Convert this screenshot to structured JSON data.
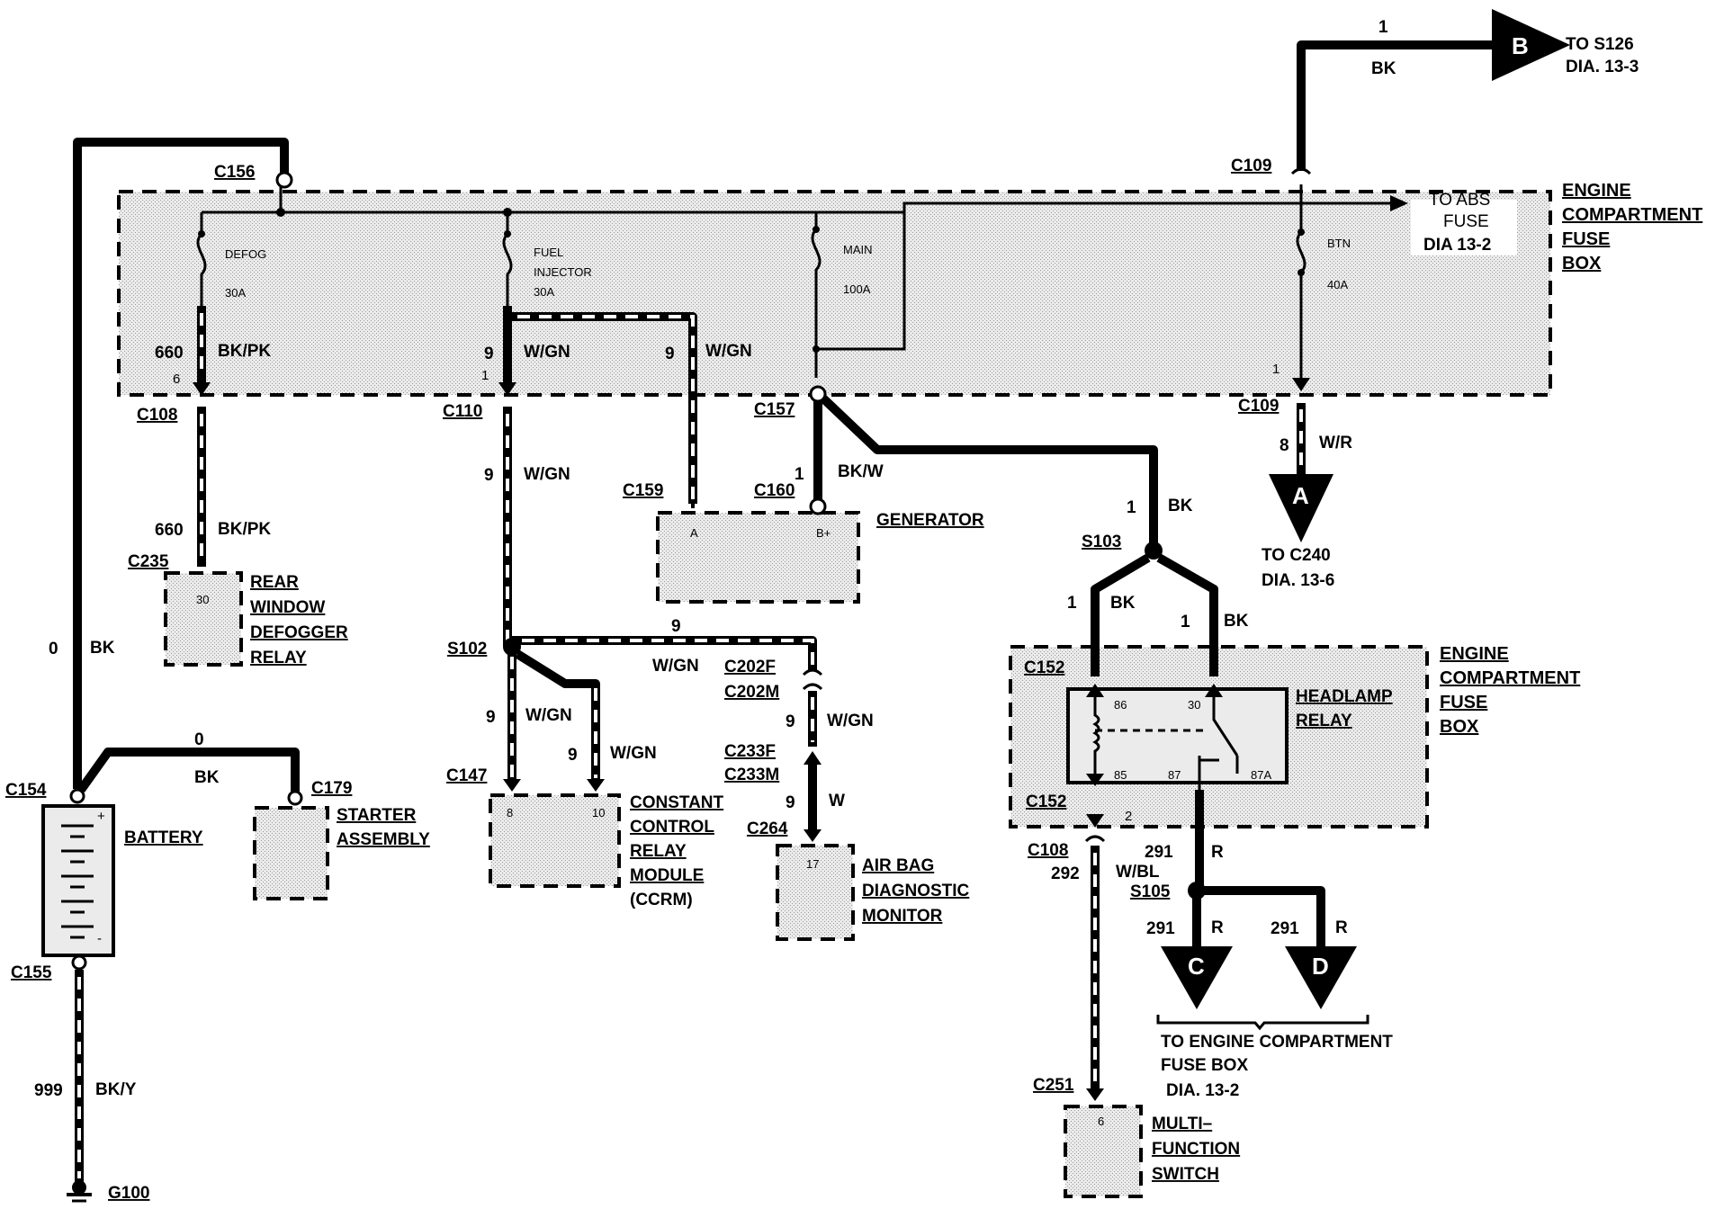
{
  "fuse_boxes": {
    "main_label": [
      "ENGINE",
      "COMPARTMENT",
      "FUSE",
      "BOX"
    ],
    "relay_label": [
      "ENGINE",
      "COMPARTMENT",
      "FUSE",
      "BOX"
    ]
  },
  "fuses": {
    "defog": {
      "name": "DEFOG",
      "rating": "30A"
    },
    "fuel": {
      "name1": "FUEL",
      "name2": "INJECTOR",
      "rating": "30A"
    },
    "main": {
      "name": "MAIN",
      "rating": "100A"
    },
    "btn": {
      "name": "BTN",
      "rating": "40A"
    }
  },
  "abs_note": [
    "TO ABS",
    "FUSE",
    "DIA 13-2"
  ],
  "connectors": {
    "c156": "C156",
    "c108a": "C108",
    "c110": "C110",
    "c157": "C157",
    "c109a": "C109",
    "c109b": "C109",
    "c235": "C235",
    "c159": "C159",
    "c160": "C160",
    "s102": "S102",
    "c202f": "C202F",
    "c202m": "C202M",
    "c233f": "C233F",
    "c233m": "C233M",
    "c264": "C264",
    "c147": "C147",
    "c154": "C154",
    "c179": "C179",
    "c155": "C155",
    "g100": "G100",
    "s103": "S103",
    "c152a": "C152",
    "c152b": "C152",
    "c108b": "C108",
    "s105": "S105",
    "c251": "C251"
  },
  "circuits": {
    "w660a": "660",
    "c660a": "BK/PK",
    "p6": "6",
    "w9a": "9",
    "c9a": "W/GN",
    "p1a": "1",
    "w9b": "9",
    "c9b": "W/GN",
    "w9c": "9",
    "c9c": "W/GN",
    "w660b": "660",
    "c660b": "BK/PK",
    "w1a": "1",
    "c1a": "BK/W",
    "w1b": "1",
    "c1b": "BK",
    "w1c": "1",
    "c1c": "BK",
    "w1d": "1",
    "c1d": "BK",
    "w1top": "1",
    "c1top": "BK",
    "p1c109": "1",
    "w8": "8",
    "c8": "W/R",
    "w9d": "9",
    "c9d": "W/GN",
    "w9e": "9",
    "c9e": "W/GN",
    "w9f": "9",
    "c9f": "W/GN",
    "w9g": "9",
    "c9g": "W/GN",
    "w9h": "9",
    "c9h": "W",
    "w0a": "0",
    "c0a": "BK",
    "w0b": "0",
    "c0b": "BK",
    "w999": "999",
    "c999": "BK/Y",
    "p2": "2",
    "w291a": "291",
    "c291a": "R",
    "w292": "292",
    "c292": "W/BL",
    "w291b": "291",
    "c291b": "R",
    "w291c": "291",
    "c291c": "R"
  },
  "components": {
    "rear_defog": [
      "REAR",
      "WINDOW",
      "DEFOGGER",
      "RELAY"
    ],
    "rear_pin": "30",
    "generator": "GENERATOR",
    "gen_pin_a": "A",
    "gen_pin_b": "B+",
    "ccrm": [
      "CONSTANT",
      "CONTROL",
      "RELAY",
      "MODULE",
      "(CCRM)"
    ],
    "ccrm_pin8": "8",
    "ccrm_pin10": "10",
    "airbag": [
      "AIR BAG",
      "DIAGNOSTIC",
      "MONITOR"
    ],
    "airbag_pin": "17",
    "battery": "BATTERY",
    "starter": [
      "STARTER",
      "ASSEMBLY"
    ],
    "headlamp": [
      "HEADLAMP",
      "RELAY"
    ],
    "relay_pins": {
      "p86": "86",
      "p30": "30",
      "p85": "85",
      "p87": "87",
      "p87a": "87A"
    },
    "mfs": [
      "MULTI–",
      "FUNCTION",
      "SWITCH"
    ],
    "mfs_pin": "6"
  },
  "refs": {
    "b": "B",
    "b_note": [
      "TO S126",
      "DIA. 13-3"
    ],
    "a": "A",
    "a_note": [
      "TO C240",
      "DIA. 13-6"
    ],
    "c": "C",
    "d": "D",
    "cd_note": [
      "TO ENGINE COMPARTMENT",
      "FUSE BOX",
      "DIA. 13-2"
    ]
  },
  "battery_signs": {
    "plus": "+",
    "minus": "-"
  }
}
